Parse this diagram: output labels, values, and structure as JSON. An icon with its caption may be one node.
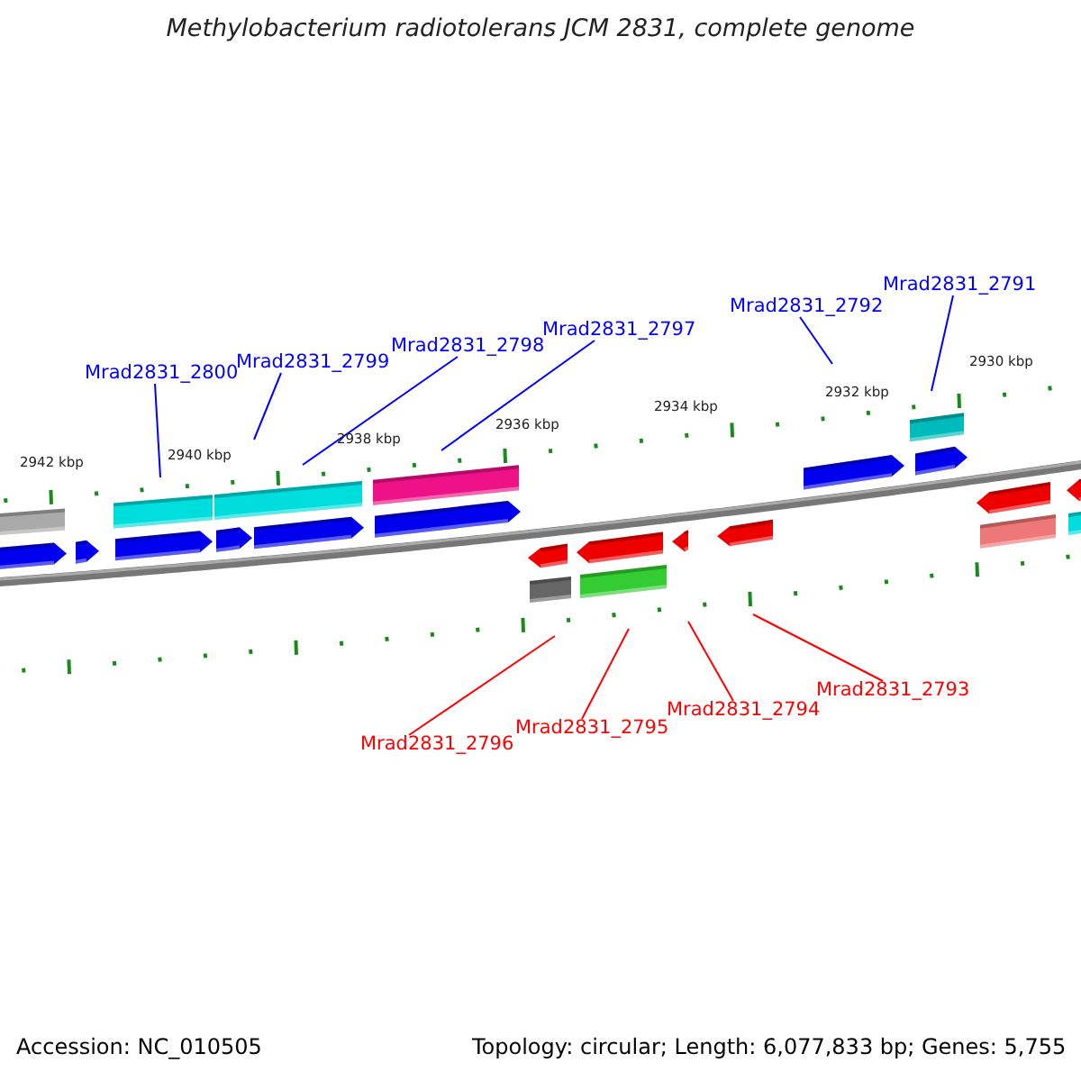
{
  "diagram": {
    "title": "Methylobacterium radiotolerans JCM 2831, complete genome",
    "nodes": [
      {
        "text": [
          "Mrad2831_2800"
        ]
      },
      {
        "text": [
          "Mrad2831_2799"
        ]
      },
      {
        "text": [
          "Mrad2831_2798"
        ]
      },
      {
        "text": [
          "Mrad2831_2797"
        ]
      },
      {
        "text": [
          "Mrad2831_2792"
        ]
      },
      {
        "text": [
          "Mrad2831_2791"
        ]
      },
      {
        "text": [
          "Mrad2831_2796"
        ]
      },
      {
        "text": [
          "Mrad2831_2795"
        ]
      },
      {
        "text": [
          "Mrad2831_2794"
        ]
      },
      {
        "text": [
          "Mrad2831_2793"
        ]
      }
    ],
    "edges": [
      {
        "from": 0,
        "to": null,
        "arrow": "none",
        "color": "#0000ff"
      },
      {
        "from": 1,
        "to": null,
        "arrow": "none",
        "color": "#0000ff"
      },
      {
        "from": 2,
        "to": null,
        "arrow": "none",
        "color": "#0000ff"
      },
      {
        "from": 3,
        "to": null,
        "arrow": "none",
        "color": "#0000ff"
      },
      {
        "from": 4,
        "to": null,
        "arrow": "none",
        "color": "#0000ff"
      },
      {
        "from": 5,
        "to": null,
        "arrow": "none",
        "color": "#0000ff"
      },
      {
        "from": 6,
        "to": null,
        "arrow": "none",
        "color": "#ff0000"
      },
      {
        "from": 7,
        "to": null,
        "arrow": "none",
        "color": "#ff0000"
      },
      {
        "from": 8,
        "to": null,
        "arrow": "none",
        "color": "#ff0000"
      },
      {
        "from": 9,
        "to": null,
        "arrow": "none",
        "color": "#ff0000"
      }
    ],
    "labels": [
      "2942 kbp",
      "2940 kbp",
      "2938 kbp",
      "2936 kbp",
      "2934 kbp",
      "2932 kbp",
      "2930 kbp",
      "Accession: NC_010505",
      "Topology: circular; Length: 6,077,833 bp; Genes: 5,755"
    ]
  }
}
